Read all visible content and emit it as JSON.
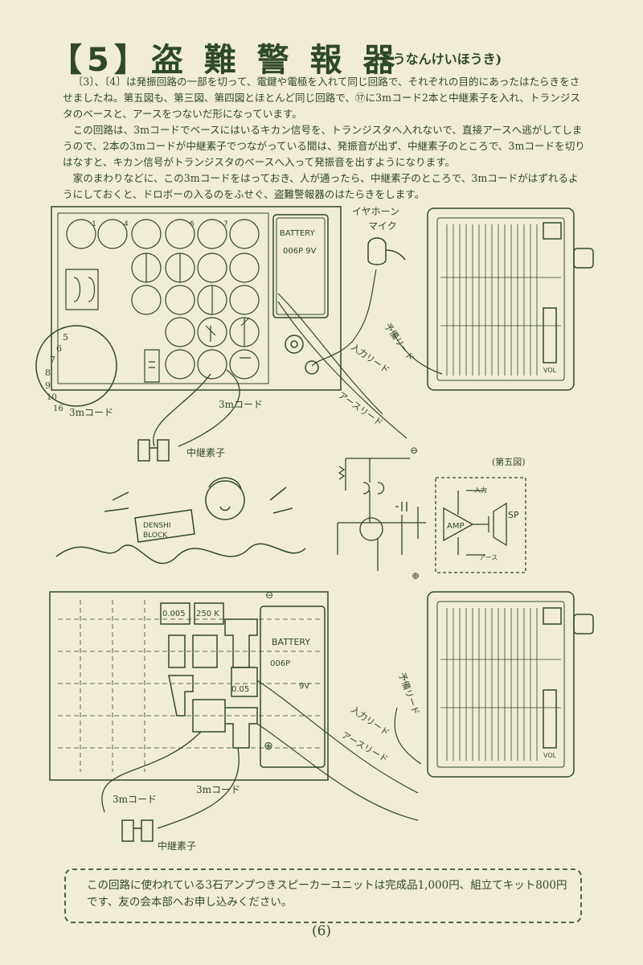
{
  "page": {
    "title": "【5】盗 難 警 報 器",
    "title_reading": "(とうなんけいほうき)",
    "paragraphs": [
      "〔3〕、〔4〕は発振回路の一部を切って、電鍵や電極を入れて同じ回路で、それぞれの目的にあったはたらきをさせましたね。第五図も、第三図、第四図とほとんど同じ回路で、⑰に3mコード2本と中継素子を入れ、トランジスタのベースと、アースをつないだ形になっています。",
      "この回路は、3mコードでベースにはいるキカン信号を、トランジスタへ入れないで、直接アースへ逃がしてしまうので、2本の3mコードが中継素子でつながっている間は、発振音が出ず、中継素子のところで、3mコードを切りはなすと、キカン信号がトランジスタのベースへ入って発振音を出すようになります。",
      "家のまわりなどに、この3mコードをはっておき、人が通ったら、中継素子のところで、3mコードがはずれるようにしておくと、ドロボーの入るのをふせぐ、盗難警報器のはたらきをします。"
    ],
    "note": "この回路に使われている3石アンプつきスピーカーユニットは完成品1,000円、組立てキット800円です、友の会本部へお申し込みください。",
    "page_number": "(6)"
  },
  "figure1": {
    "battery_label": "BATTERY",
    "battery_type": "006P 9V",
    "earphone_label": "イヤホーン",
    "mic_label": "マイク",
    "spare_lead": "予備リード",
    "input_lead": "入力リード",
    "earth_lead": "アースリード",
    "cord_left": "3mコード",
    "cord_right": "3mコード",
    "relay": "中継素子",
    "vol": "VOL",
    "dial_numbers": [
      "5",
      "6",
      "7",
      "8",
      "9",
      "10",
      "16"
    ],
    "cell_numbers": [
      "1",
      "4",
      "6",
      "7"
    ]
  },
  "schematic": {
    "figure_label": "(第五図)",
    "amp": "AMP",
    "sp": "SP",
    "minus": "⊖",
    "plus": "⊕",
    "input_mark": "入力",
    "earth_mark": "アース"
  },
  "cartoon": {
    "sign_line1": "DENSHI",
    "sign_line2": "BLOCK"
  },
  "figure2": {
    "cap_value": "0.005",
    "res_value": "250 K",
    "cap2_value": "0.05",
    "battery_label": "BATTERY",
    "battery_type": "006P",
    "battery_volt": "9V",
    "minus": "⊖",
    "plus": "⊕",
    "spare_lead": "予備リード",
    "input_lead": "入力リード",
    "earth_lead": "アースリード",
    "cord_left": "3mコード",
    "cord_right": "3mコード",
    "relay": "中継素子",
    "vol": "VOL"
  },
  "colors": {
    "ink": "#2f4a25",
    "paper": "#f1ecd6",
    "green_line": "#486b3a"
  }
}
